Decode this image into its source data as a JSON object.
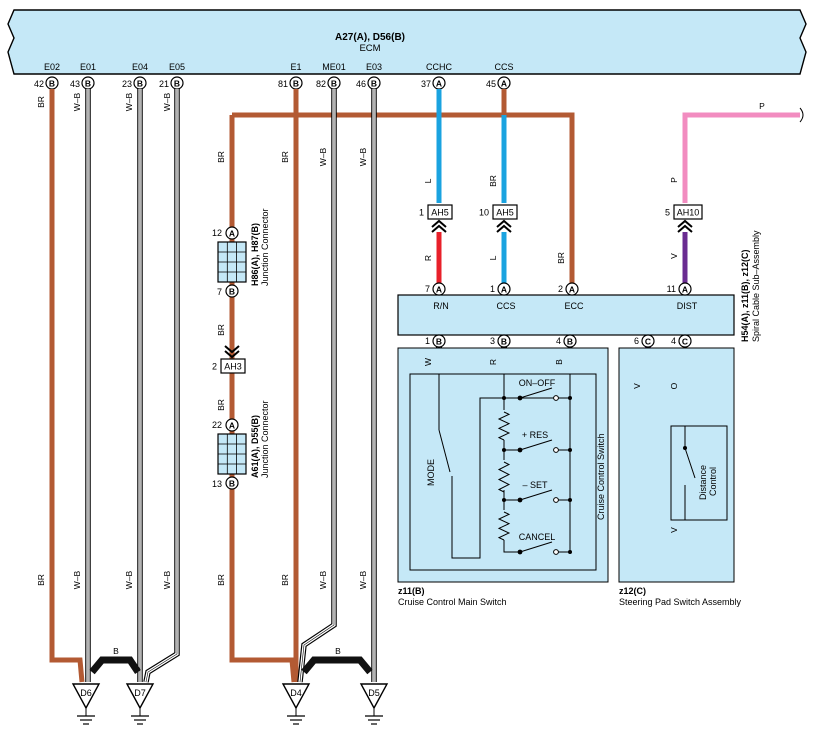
{
  "ecm": {
    "ref": "A27(A), D56(B)",
    "name": "ECM",
    "pins": [
      {
        "term": "E02",
        "num": "42",
        "conn": "B"
      },
      {
        "term": "E01",
        "num": "43",
        "conn": "B"
      },
      {
        "term": "E04",
        "num": "23",
        "conn": "B"
      },
      {
        "term": "E05",
        "num": "21",
        "conn": "B"
      },
      {
        "term": "E1",
        "num": "81",
        "conn": "B"
      },
      {
        "term": "ME01",
        "num": "82",
        "conn": "B"
      },
      {
        "term": "E03",
        "num": "46",
        "conn": "B"
      },
      {
        "term": "CCHC",
        "num": "37",
        "conn": "A"
      },
      {
        "term": "CCS",
        "num": "45",
        "conn": "A"
      }
    ]
  },
  "wire_colors": {
    "br": "#b35a33",
    "l": "#1aa3e0",
    "r": "#e8202a",
    "v": "#6a2c91",
    "p": "#f28cc0",
    "o": "#f7941d",
    "b": "#111111",
    "w": "#ffffff",
    "panel": "#c5e8f7"
  },
  "wire_labels": {
    "br": "BR",
    "wb": "W–B",
    "l": "L",
    "r": "R",
    "v": "V",
    "p": "P",
    "w": "W",
    "b": "B",
    "o": "O"
  },
  "junction1": {
    "ref": "H86(A), H87(B)",
    "name": "Junction Connector",
    "pin_a": "12",
    "pin_b": "7",
    "conn_a": "A",
    "conn_b": "B"
  },
  "junction2": {
    "ref": "A61(A), D55(B)",
    "name": "Junction Connector",
    "pin_a": "22",
    "pin_b": "13",
    "conn_a": "A",
    "conn_b": "B"
  },
  "inline": {
    "ah3": {
      "num": "2",
      "name": "AH3"
    },
    "ah5a": {
      "num": "1",
      "name": "AH5"
    },
    "ah5b": {
      "num": "10",
      "name": "AH5"
    },
    "ah10": {
      "num": "5",
      "name": "AH10"
    }
  },
  "spiral": {
    "ref": "H54(A), z11(B), z12(C)",
    "name": "Spiral Cable Sub–Assembly",
    "top_pins": [
      {
        "num": "7",
        "conn": "A",
        "label": "R/N"
      },
      {
        "num": "1",
        "conn": "A",
        "label": "CCS"
      },
      {
        "num": "2",
        "conn": "A",
        "label": "ECC"
      },
      {
        "num": "11",
        "conn": "A",
        "label": "DIST"
      }
    ],
    "bottom_pins": [
      {
        "num": "1",
        "conn": "B"
      },
      {
        "num": "3",
        "conn": "B"
      },
      {
        "num": "4",
        "conn": "B"
      },
      {
        "num": "6",
        "conn": "C"
      },
      {
        "num": "4",
        "conn": "C"
      }
    ]
  },
  "main_switch": {
    "ref": "z11(B)",
    "name": "Cruise Control Main Switch",
    "inner": "Cruise Control Switch",
    "mode": "MODE",
    "onoff": "ON–OFF",
    "res": "+ RES",
    "set": "– SET",
    "cancel": "CANCEL"
  },
  "pad_switch": {
    "ref": "z12(C)",
    "name": "Steering Pad Switch Assembly",
    "distance": "Distance",
    "control": "Control"
  },
  "grounds": [
    "D6",
    "D7",
    "D4",
    "D5"
  ]
}
